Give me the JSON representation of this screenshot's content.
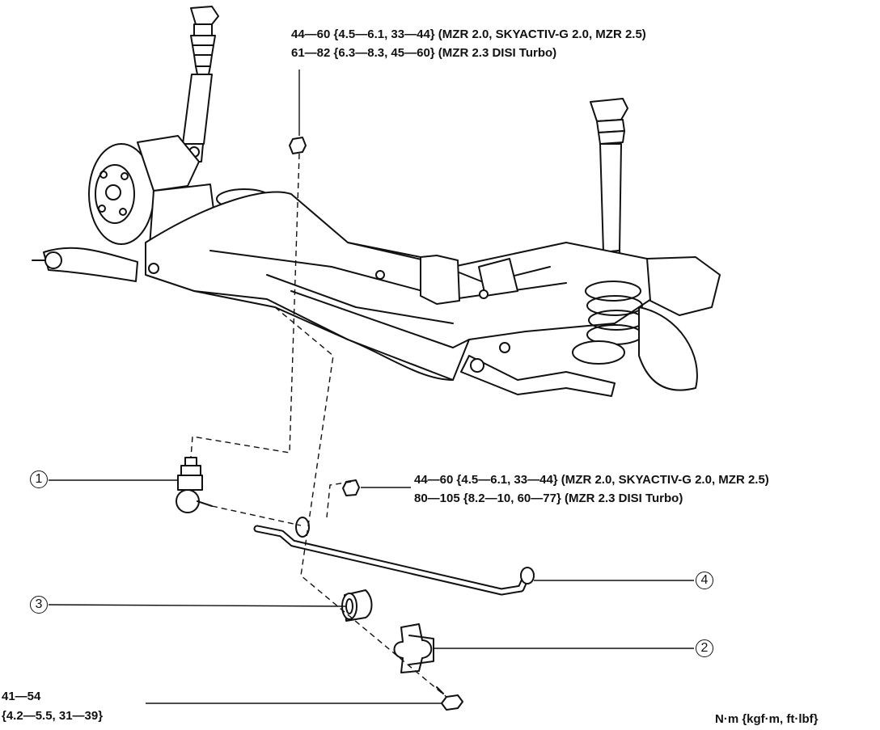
{
  "torque_top": {
    "line1": "44—60 {4.5—6.1, 33—44} (MZR 2.0, SKYACTIV-G 2.0, MZR 2.5)",
    "line2": "61—82 {6.3—8.3, 45—60} (MZR 2.3 DISI Turbo)"
  },
  "torque_mid": {
    "line1": "44—60 {4.5—6.1, 33—44} (MZR 2.0, SKYACTIV-G 2.0, MZR 2.5)",
    "line2": "80—105 {8.2—10, 60—77} (MZR 2.3 DISI Turbo)"
  },
  "torque_bottom": {
    "line1": "41—54",
    "line2": "{4.2—5.5, 31—39}"
  },
  "unit_label": "N·m {kgf·m, ft·lbf}",
  "callouts": {
    "c1": "1",
    "c2": "2",
    "c3": "3",
    "c4": "4"
  }
}
